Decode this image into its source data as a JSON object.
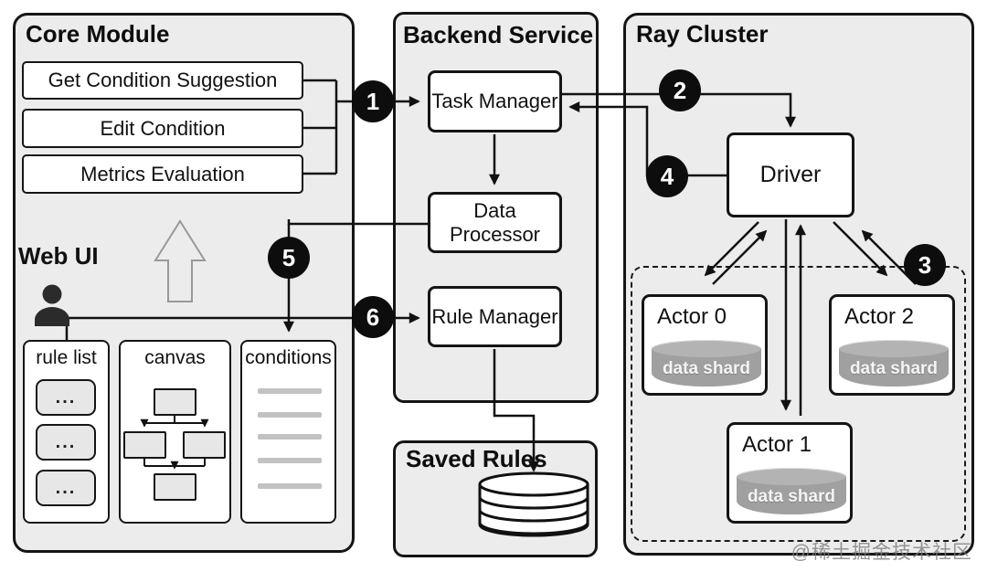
{
  "core": {
    "title": "Core Module",
    "actions": [
      "Get Condition Suggestion",
      "Edit Condition",
      "Metrics Evaluation"
    ],
    "web_ui_label": "Web UI",
    "rule_list": {
      "title": "rule list",
      "items": [
        "...",
        "...",
        "..."
      ]
    },
    "canvas": {
      "title": "canvas"
    },
    "conditions": {
      "title": "conditions"
    }
  },
  "backend": {
    "title": "Backend Service",
    "task_manager": "Task Manager",
    "data_processor": "Data Processor",
    "rule_manager": "Rule Manager"
  },
  "saved_rules": {
    "title": "Saved Rules"
  },
  "ray": {
    "title": "Ray Cluster",
    "driver": "Driver",
    "actors": [
      {
        "name": "Actor 0",
        "shard": "data shard"
      },
      {
        "name": "Actor 1",
        "shard": "data shard"
      },
      {
        "name": "Actor 2",
        "shard": "data shard"
      }
    ]
  },
  "steps": [
    "1",
    "2",
    "3",
    "4",
    "5",
    "6"
  ],
  "watermark": "@稀土掘金技术社区",
  "colors": {
    "panel_bg": "#ececec",
    "line": "#111111",
    "cylinder": "#a0a0a0",
    "badge": "#0d0d0d"
  }
}
